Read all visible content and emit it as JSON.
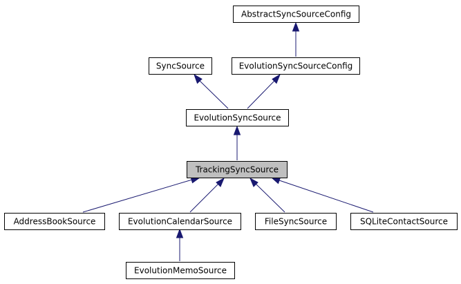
{
  "diagram": {
    "nodes": {
      "abstract_sync_source_config": "AbstractSyncSourceConfig",
      "sync_source": "SyncSource",
      "evolution_sync_source_config": "EvolutionSyncSourceConfig",
      "evolution_sync_source": "EvolutionSyncSource",
      "tracking_sync_source": "TrackingSyncSource",
      "address_book_source": "AddressBookSource",
      "evolution_calendar_source": "EvolutionCalendarSource",
      "file_sync_source": "FileSyncSource",
      "sqlite_contact_source": "SQLiteContactSource",
      "evolution_memo_source": "EvolutionMemoSource"
    },
    "highlighted_node": "tracking_sync_source",
    "edges": [
      {
        "from": "evolution_sync_source_config",
        "to": "abstract_sync_source_config"
      },
      {
        "from": "evolution_sync_source",
        "to": "sync_source"
      },
      {
        "from": "evolution_sync_source",
        "to": "evolution_sync_source_config"
      },
      {
        "from": "tracking_sync_source",
        "to": "evolution_sync_source"
      },
      {
        "from": "address_book_source",
        "to": "tracking_sync_source"
      },
      {
        "from": "evolution_calendar_source",
        "to": "tracking_sync_source"
      },
      {
        "from": "file_sync_source",
        "to": "tracking_sync_source"
      },
      {
        "from": "sqlite_contact_source",
        "to": "tracking_sync_source"
      },
      {
        "from": "evolution_memo_source",
        "to": "evolution_calendar_source"
      }
    ],
    "colors": {
      "edge": "#191970",
      "highlight_fill": "#bfbfbf",
      "box_stroke": "#000000"
    }
  }
}
